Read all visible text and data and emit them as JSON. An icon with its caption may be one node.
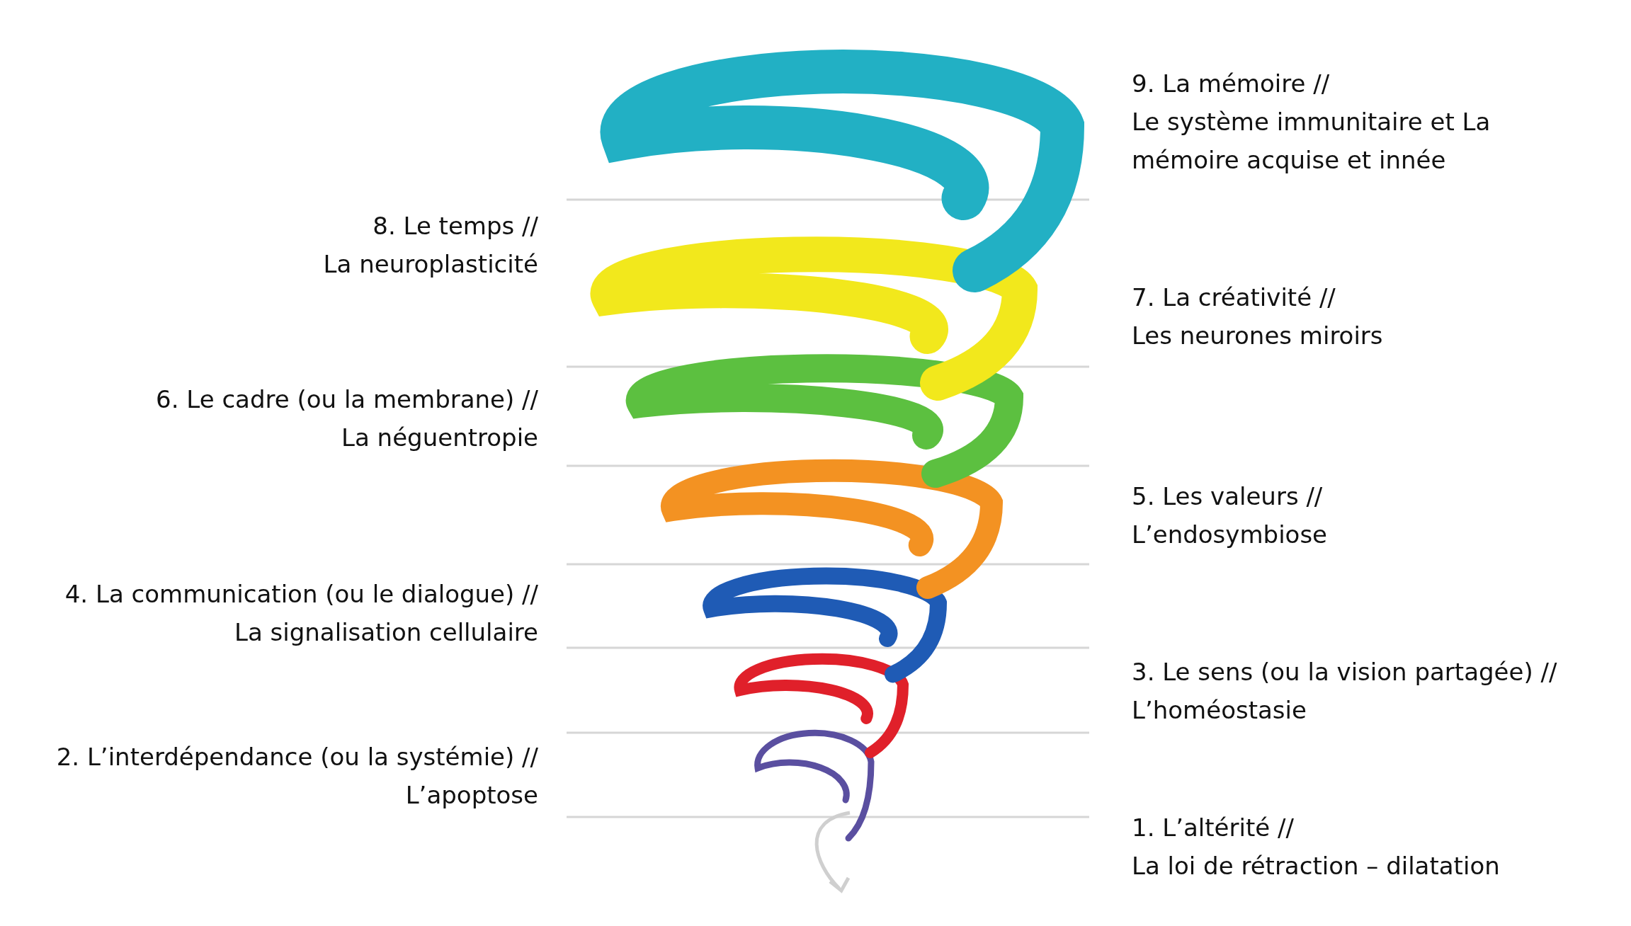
{
  "diagram": {
    "labels": [
      "9. La mémoire //",
      "Le système immunitaire et La mémoire acquise et innée",
      "8. Le temps //",
      "La neuroplasticité",
      "7. La créativité //",
      "Les neurones miroirs",
      "6. Le cadre (ou la membrane) //",
      "La néguentropie",
      "5. Les valeurs //",
      "L’endosymbiose",
      "4. La communication (ou le dialogue) //",
      "La signalisation cellulaire",
      "3. Le sens (ou la vision partagée) //",
      "L’homéostasie",
      "2. L’interdépendance (ou la systémie) //",
      "L’apoptose",
      "1. L’altérité //",
      "La loi de rétraction – dilatation"
    ]
  }
}
